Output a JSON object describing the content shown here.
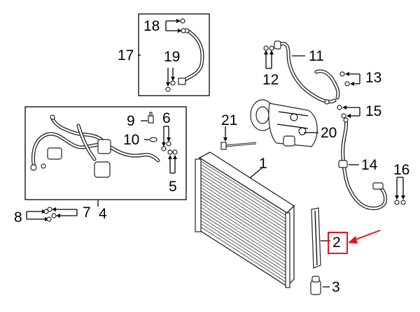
{
  "callouts": {
    "c1": "1",
    "c2": "2",
    "c3": "3",
    "c4": "4",
    "c5": "5",
    "c6": "6",
    "c7": "7",
    "c8": "8",
    "c9": "9",
    "c10": "10",
    "c11": "11",
    "c12": "12",
    "c13": "13",
    "c14": "14",
    "c15": "15",
    "c16": "16",
    "c17": "17",
    "c18": "18",
    "c19": "19",
    "c20": "20",
    "c21": "21"
  },
  "highlight": {
    "callout": "2",
    "color": "#e8141b"
  },
  "colors": {
    "line": "#000000",
    "background": "#ffffff"
  }
}
